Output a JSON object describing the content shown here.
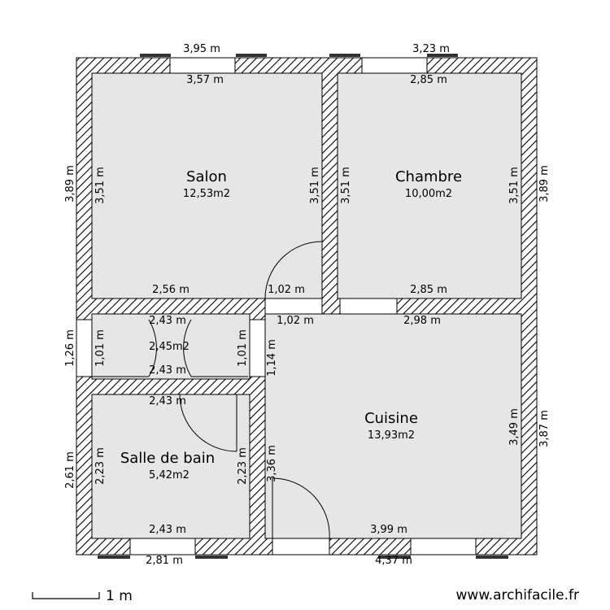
{
  "rooms": [
    {
      "name": "Salon",
      "area": "12,53m2"
    },
    {
      "name": "Chambre",
      "area": "10,00m2"
    },
    {
      "name": "",
      "area": "2,45m2"
    },
    {
      "name": "Salle de bain",
      "area": "5,42m2"
    },
    {
      "name": "Cuisine",
      "area": "13,93m2"
    }
  ],
  "dimensions": {
    "d1": "3,95 m",
    "d2": "3,23 m",
    "d3": "3,57 m",
    "d4": "2,85 m",
    "d5": "3,89 m",
    "d6": "3,51 m",
    "d7": "3,51 m",
    "d8": "3,51 m",
    "d9": "3,51 m",
    "d10": "3,89 m",
    "d11": "2,56 m",
    "d12": "1,02 m",
    "d13": "2,85 m",
    "d14": "2,43 m",
    "d15": "1,02 m",
    "d16": "2,98 m",
    "d17": "1,26 m",
    "d18": "1,01 m",
    "d19": "1,01 m",
    "d20": "1,14 m",
    "d21": "2,43 m",
    "d22": "2,43 m",
    "d23": "2,61 m",
    "d24": "2,23 m",
    "d25": "2,23 m",
    "d26": "3,36 m",
    "d27": "3,49 m",
    "d28": "3,87 m",
    "d29": "2,43 m",
    "d30": "3,99 m",
    "d31": "2,81 m",
    "d32": "4,37 m"
  },
  "scale": {
    "label": "1 m"
  },
  "watermark": "www.archifacile.fr",
  "colors": {
    "wall_hatch": "#000000",
    "floor": "#e6e6e6",
    "background": "#ffffff"
  }
}
